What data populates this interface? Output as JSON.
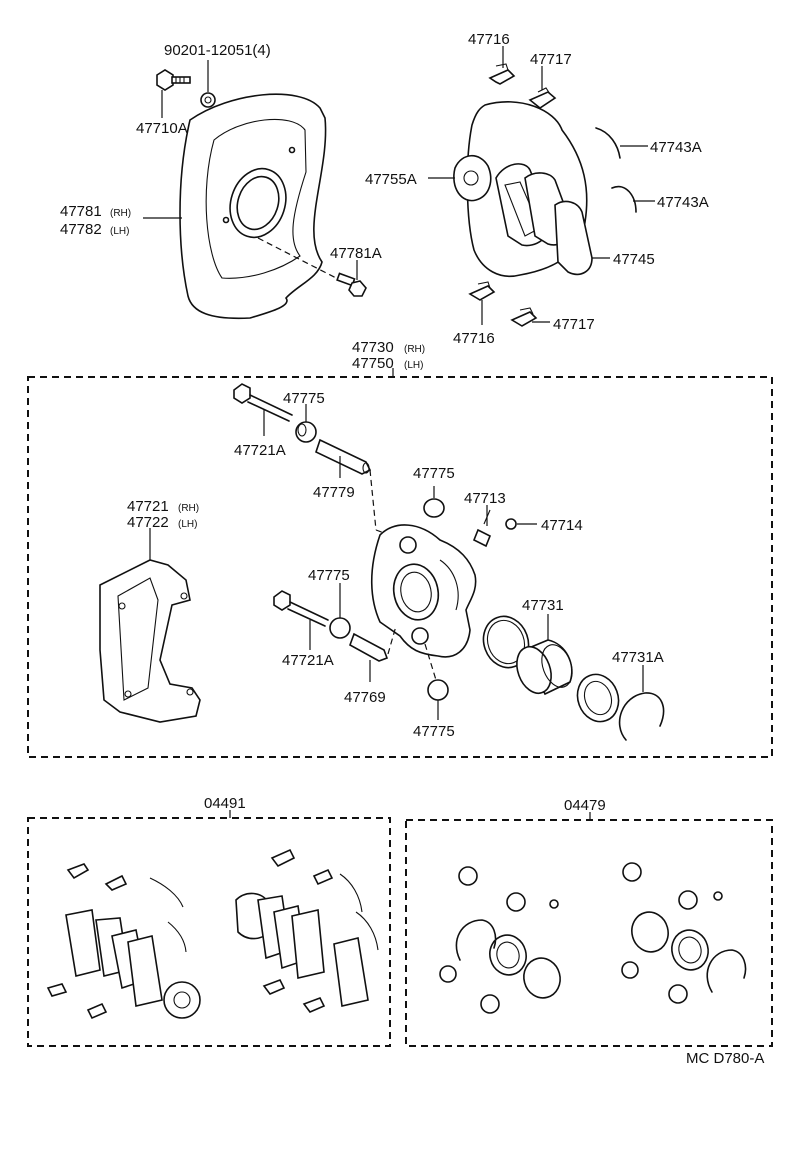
{
  "labels": {
    "bolt_90201": "90201-12051(4)",
    "bolt_47710a": "47710A",
    "dust_cover_rh": "47781",
    "dust_cover_rh_side": "(RH)",
    "dust_cover_lh": "47782",
    "dust_cover_lh_side": "(LH)",
    "bolt_47781a": "47781A",
    "clip_47716_top": "47716",
    "clip_47717_top": "47717",
    "shim_47755a": "47755A",
    "spring_47743a_1": "47743A",
    "spring_47743a_2": "47743A",
    "pad_47745": "47745",
    "clip_47716_bottom": "47716",
    "clip_47717_bottom": "47717",
    "caliper_assy_rh": "47730",
    "caliper_assy_rh_side": "(RH)",
    "caliper_assy_lh": "47750",
    "caliper_assy_lh_side": "(LH)",
    "boot_47775_a": "47775",
    "bolt_47721a_a": "47721A",
    "pin_47779": "47779",
    "boot_47775_b": "47775",
    "bleeder_47713": "47713",
    "cap_47714": "47714",
    "mounting_47721": "47721",
    "mounting_47721_side": "(RH)",
    "mounting_47722": "47722",
    "mounting_47722_side": "(LH)",
    "boot_47775_c": "47775",
    "bolt_47721a_b": "47721A",
    "pin_47769": "47769",
    "boot_47775_d": "47775",
    "piston_47731": "47731",
    "seal_47731a": "47731A",
    "kit_04491": "04491",
    "kit_04479": "04479",
    "footer_code": "MC  D780-A"
  }
}
